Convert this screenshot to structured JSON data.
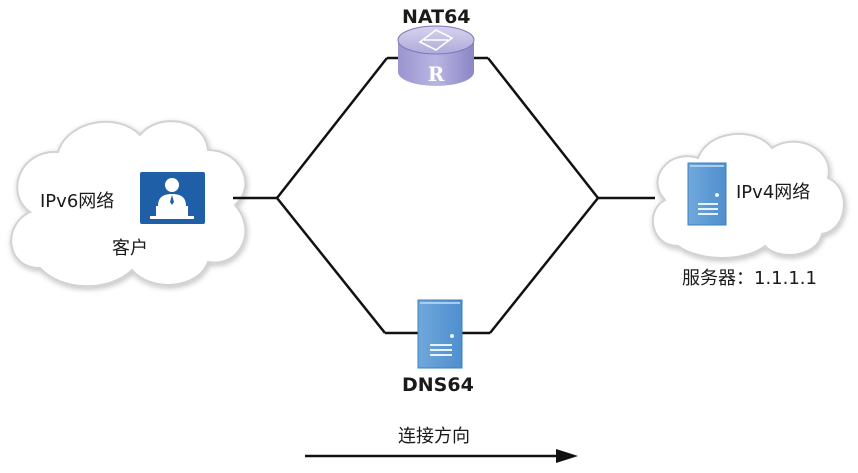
{
  "nodes": {
    "nat64": {
      "label": "NAT64"
    },
    "dns64": {
      "label": "DNS64"
    },
    "ipv6_network": {
      "label": "IPv6网络"
    },
    "client": {
      "label": "客户"
    },
    "ipv4_network": {
      "label": "IPv4网络"
    },
    "server": {
      "label": "服务器：1.1.1.1"
    }
  },
  "direction": {
    "label": "连接方向"
  },
  "colors": {
    "cloud_fill": "#ffffff",
    "cloud_stroke": "#d4d4d4",
    "line": "#111111",
    "client_icon": "#1e5fa8",
    "server_blue": "#5b9bd5",
    "router_purple": "#8c87c7"
  },
  "icons": {
    "client": "user-at-computer-icon",
    "server": "server-tower-icon",
    "router": "router-icon"
  }
}
